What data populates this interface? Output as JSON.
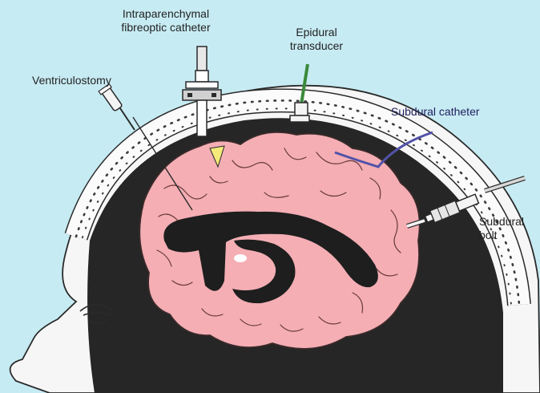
{
  "labels": {
    "intraparenchymal_1": "Intraparenchymal",
    "intraparenchymal_2": "fibreoptic catheter",
    "epidural_1": "Epidural",
    "epidural_2": "transducer",
    "ventriculostomy": "Ventriculostomy",
    "subdural_catheter": "Subdural catheter",
    "subdural_bolt_1": "Subdural",
    "subdural_bolt_2": "bolt"
  },
  "colors": {
    "background": "#c7ebf3",
    "head": "#f6f6f6",
    "brain": "#f4aeb4",
    "ventricle": "#1e1e1e",
    "subdural_catheter": "#5252a8",
    "epidural_transducer": "#3a8a3a",
    "intraparenchymal_tip": "#f4ea7a",
    "label_text": "#222222",
    "subdural_label_text": "#202060"
  }
}
